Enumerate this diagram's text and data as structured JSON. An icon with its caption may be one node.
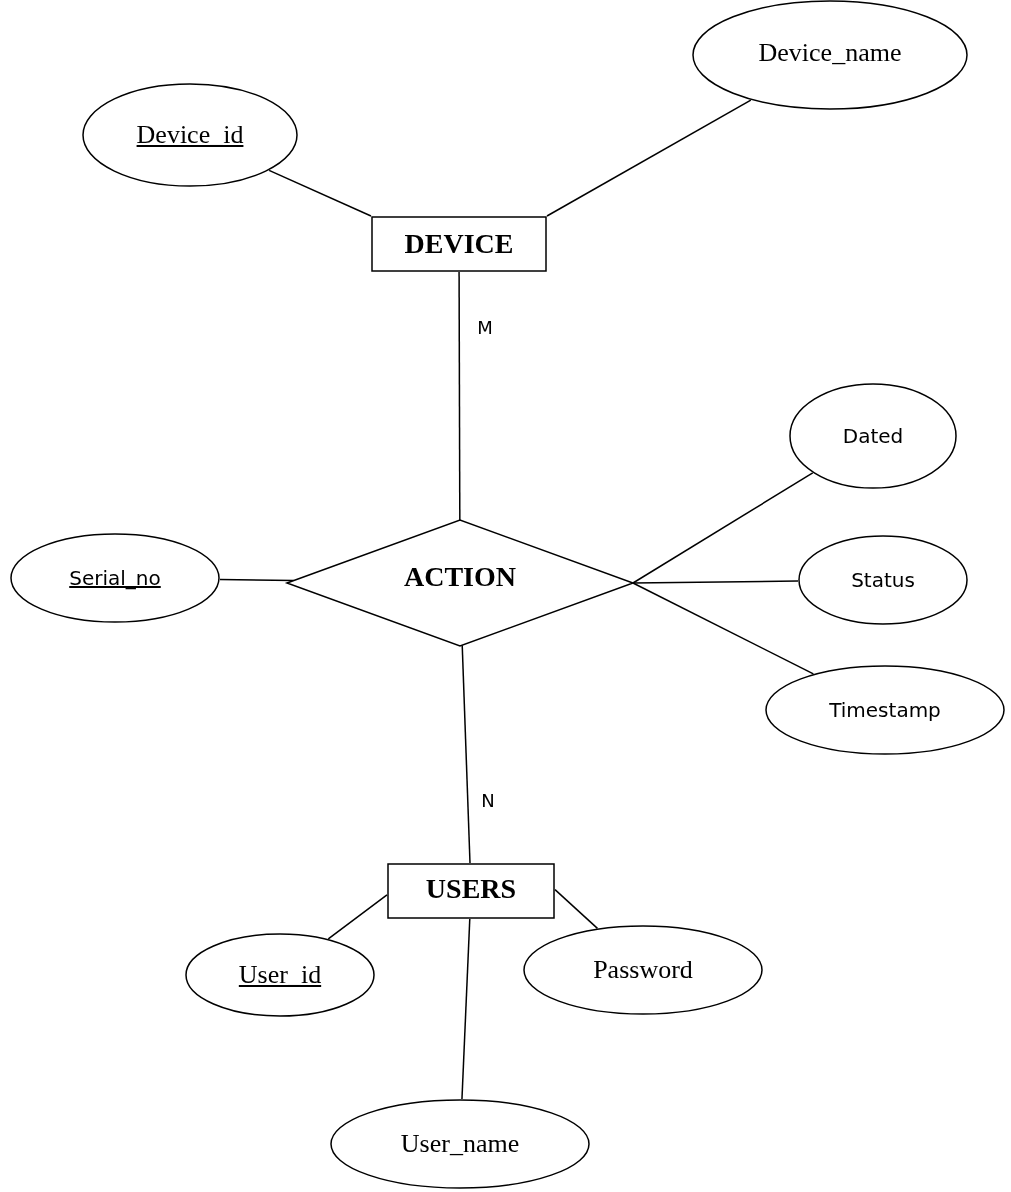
{
  "diagram": {
    "nodes": [
      {
        "text": [
          "Device_id"
        ]
      },
      {
        "text": [
          "Device_name"
        ]
      },
      {
        "text": [
          "DEVICE"
        ]
      },
      {
        "text": [
          "Dated"
        ]
      },
      {
        "text": [
          "Serial_no"
        ]
      },
      {
        "text": [
          "ACTION"
        ]
      },
      {
        "text": [
          "Status"
        ]
      },
      {
        "text": [
          "Timestamp"
        ]
      },
      {
        "text": [
          "USERS"
        ]
      },
      {
        "text": [
          "User_id"
        ]
      },
      {
        "text": [
          "Password"
        ]
      },
      {
        "text": [
          "User_name"
        ]
      }
    ],
    "edges": [
      {
        "from": 2,
        "to": 0,
        "arrow": "none"
      },
      {
        "from": 2,
        "to": 1,
        "arrow": "none"
      },
      {
        "from": 2,
        "to": 5,
        "arrow": "none",
        "label": "M"
      },
      {
        "from": 5,
        "to": 4,
        "arrow": "none"
      },
      {
        "from": 5,
        "to": 3,
        "arrow": "none"
      },
      {
        "from": 5,
        "to": 6,
        "arrow": "none"
      },
      {
        "from": 5,
        "to": 7,
        "arrow": "none"
      },
      {
        "from": 5,
        "to": 8,
        "arrow": "none",
        "label": "N"
      },
      {
        "from": 8,
        "to": 9,
        "arrow": "none"
      },
      {
        "from": 8,
        "to": 11,
        "arrow": "none"
      },
      {
        "from": 8,
        "to": 10,
        "arrow": "none"
      }
    ]
  }
}
